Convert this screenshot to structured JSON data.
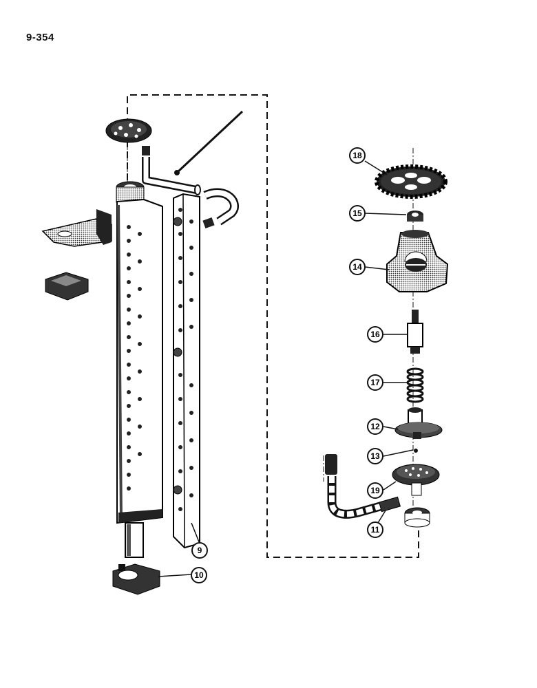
{
  "page": {
    "number": "9-354"
  },
  "callouts": [
    {
      "id": "c18",
      "label": "18"
    },
    {
      "id": "c15",
      "label": "15"
    },
    {
      "id": "c14",
      "label": "14"
    },
    {
      "id": "c16",
      "label": "16"
    },
    {
      "id": "c17",
      "label": "17"
    },
    {
      "id": "c12",
      "label": "12"
    },
    {
      "id": "c13",
      "label": "13"
    },
    {
      "id": "c19",
      "label": "19"
    },
    {
      "id": "c11",
      "label": "11"
    },
    {
      "id": "c9",
      "label": "9"
    },
    {
      "id": "c10",
      "label": "10"
    }
  ]
}
